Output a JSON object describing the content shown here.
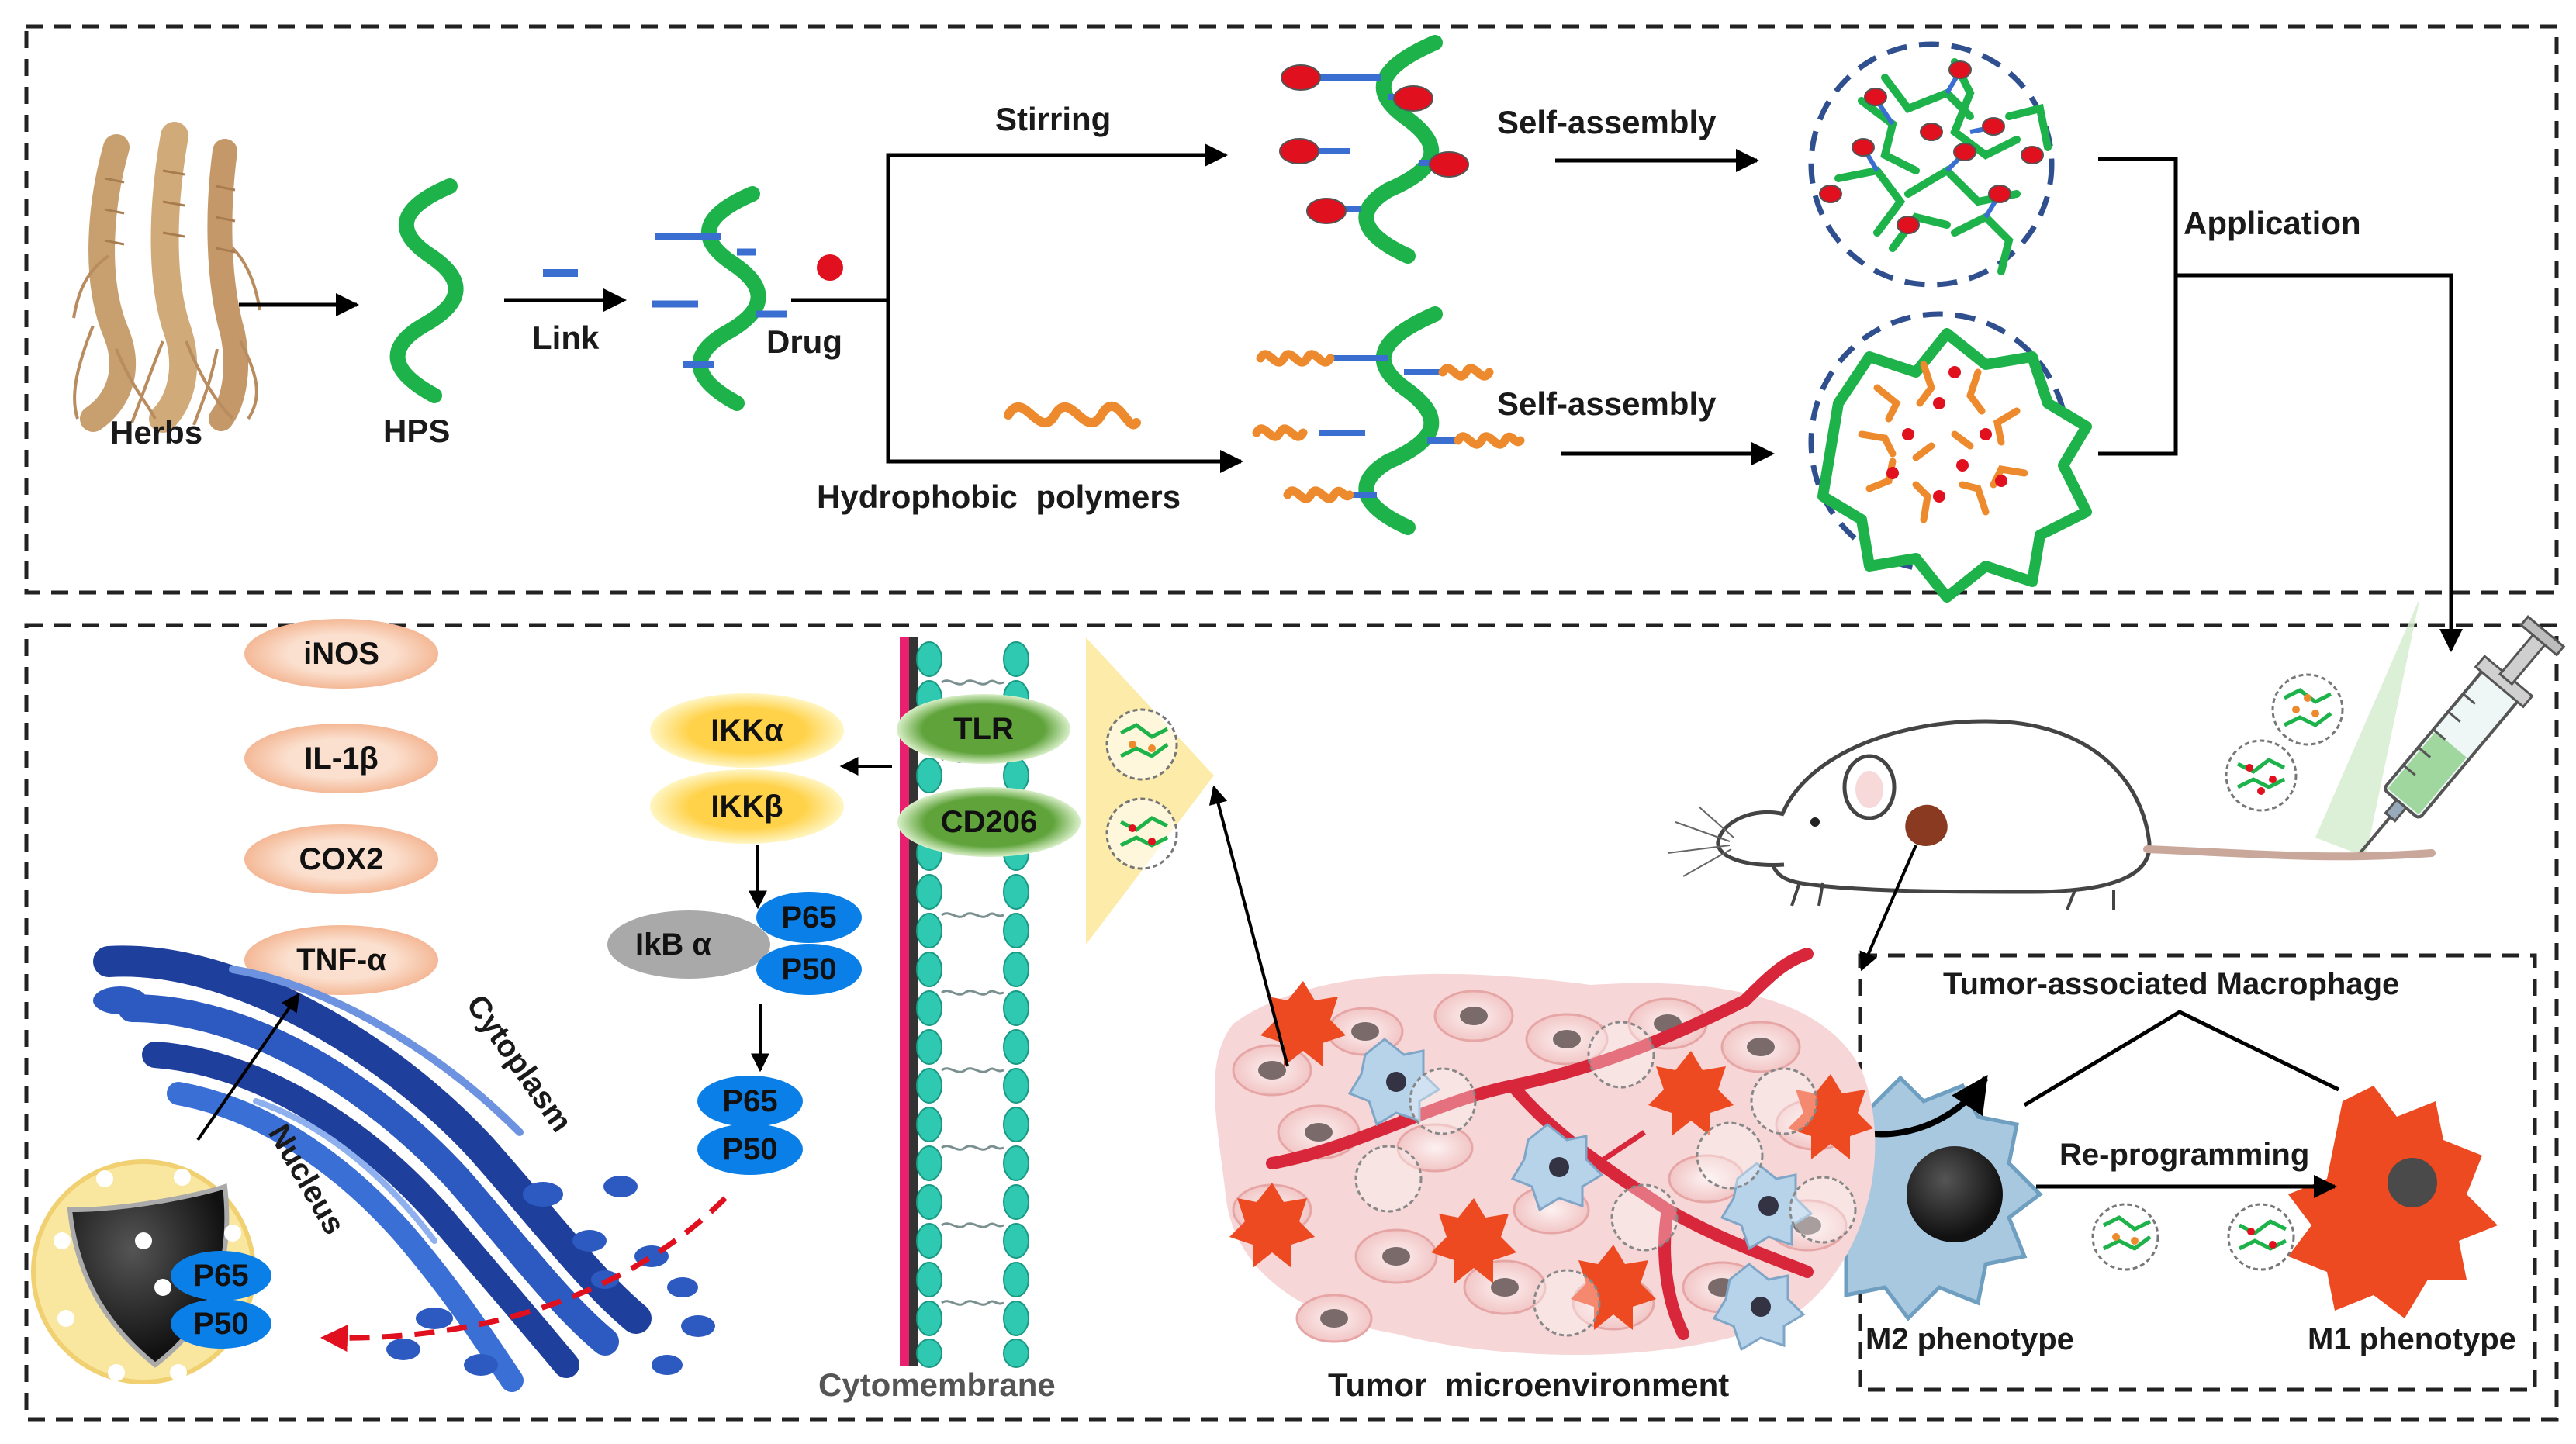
{
  "labels": {
    "herbs": "Herbs",
    "hps": "HPS",
    "link": "Link",
    "drug": "Drug",
    "stirring": "Stirring",
    "hydrophobic": "Hydrophobic  polymers",
    "self_assembly_top": "Self-assembly",
    "self_assembly_bottom": "Self-assembly",
    "application": "Application",
    "cytomembrane": "Cytomembrane",
    "tumor_microenvironment": "Tumor  microenvironment",
    "tam_title": "Tumor-associated Macrophage",
    "reprogramming": "Re-programming",
    "m2": "M2 phenotype",
    "m1": "M1 phenotype",
    "cytoplasm": "Cytoplasm",
    "nucleus": "Nucleus"
  },
  "receptors": {
    "tlr": "TLR",
    "cd206": "CD206"
  },
  "kinases": {
    "ikka": "IKKα",
    "ikkb": "IKKβ",
    "ikb": "IkB α"
  },
  "subunits": {
    "p65_a": "P65",
    "p50_a": "P50",
    "p65_b": "P65",
    "p50_b": "P50",
    "p65_c": "P65",
    "p50_c": "P50"
  },
  "cytokines": {
    "inos": "iNOS",
    "il1b": "IL-1β",
    "cox2": "COX2",
    "tnfa": "TNF-α"
  },
  "colors": {
    "polymer_green": "#1db34a",
    "linker_blue": "#3a6fd1",
    "drug_red": "#e0101e",
    "hydrophobic_orange": "#ee8a2e",
    "nfkb_blue": "#0a7fe8",
    "receptor_green": "#5fa33a",
    "kinase_yellow": "#ffd24a",
    "cytokine_peach": "#f9d2bb",
    "macrophage_m1": "#ee4a22",
    "macrophage_m2": "#a8c8e0",
    "membrane_teal": "#2ec9b0",
    "membrane_pink": "#e8206e",
    "golgi_blue": "#1f3f9c"
  }
}
